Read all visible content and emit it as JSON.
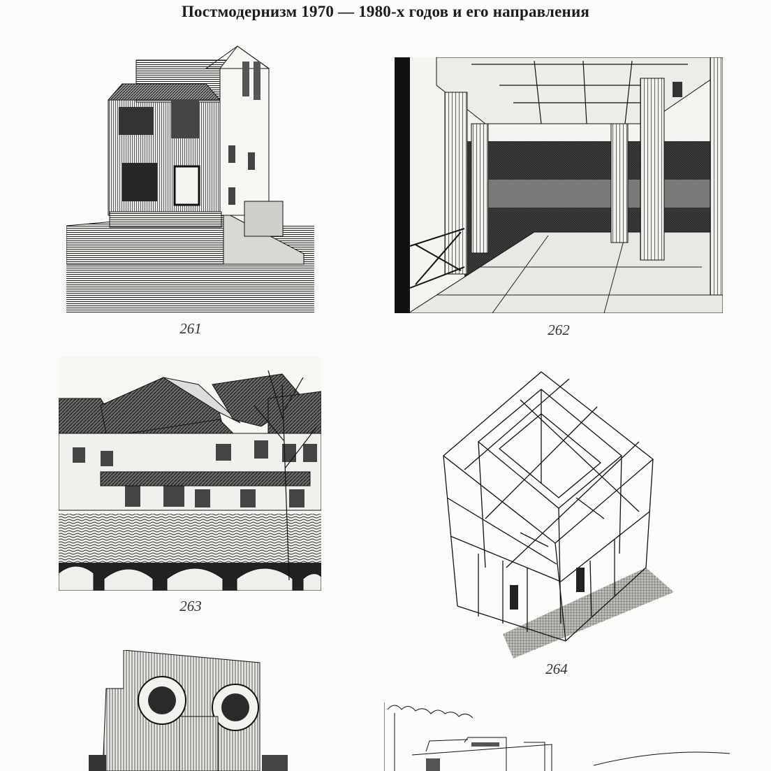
{
  "page": {
    "title": "Постмодернизм 1970 — 1980-х годов и его направления"
  },
  "figures": [
    {
      "number": "261"
    },
    {
      "number": "262"
    },
    {
      "number": "263"
    },
    {
      "number": "264"
    }
  ],
  "colors": {
    "paper": "#fbfbf9",
    "ink": "#1a1a1a"
  }
}
